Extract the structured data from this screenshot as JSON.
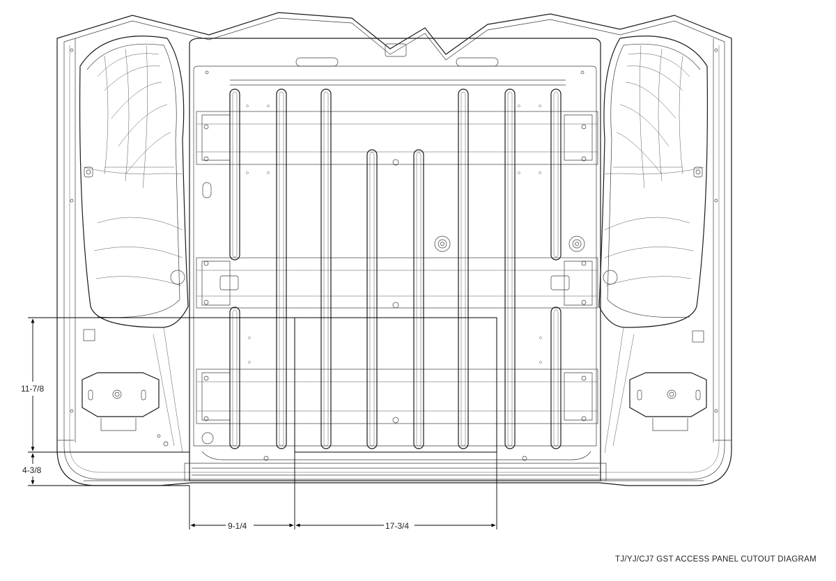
{
  "title": "TJ/YJ/CJ7 GST ACCESS PANEL CUTOUT DIAGRAM",
  "dimensions": {
    "vertical_upper": "11-7/8",
    "vertical_lower": "4-3/8",
    "horizontal_left": "9-1/4",
    "horizontal_right": "17-3/4"
  }
}
